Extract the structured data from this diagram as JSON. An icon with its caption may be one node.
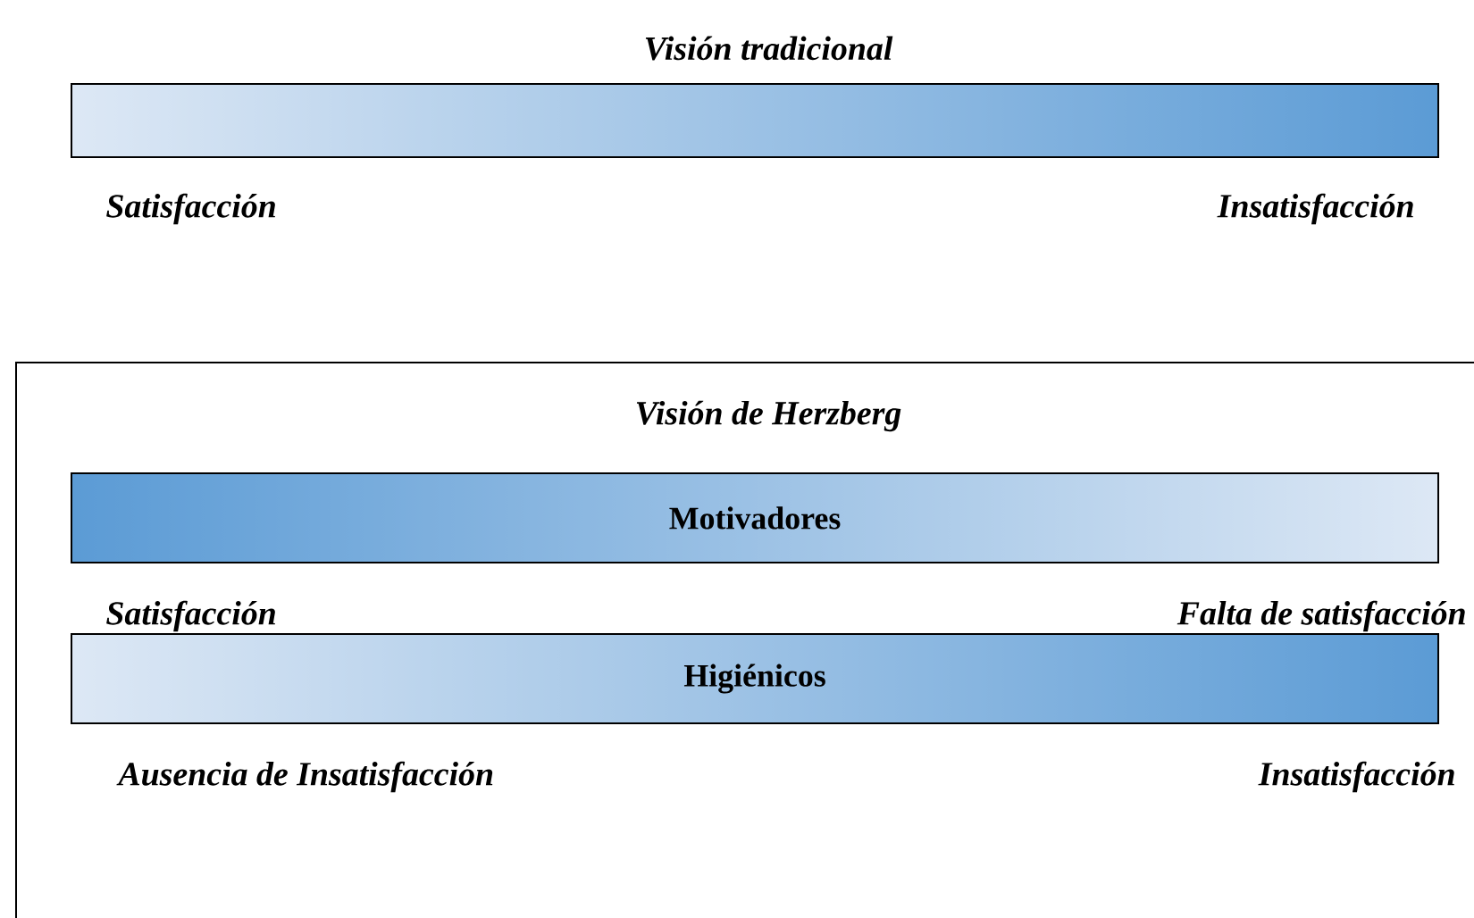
{
  "diagram": {
    "nodes": [
      {
        "text": [
          "Visión tradicional"
        ],
        "beside": [
          "Satisfacción",
          "Insatisfacción"
        ]
      },
      {
        "text": [
          "Visión de Herzberg"
        ]
      },
      {
        "text": [
          "Motivadores"
        ],
        "in": 1
      },
      {
        "text": [
          "Higiénicos"
        ],
        "in": 1,
        "beside": [
          "Ausencia de Insatisfacción",
          "Insatisfacción"
        ]
      }
    ],
    "edges": [],
    "labels": [
      "Satisfacción",
      "Falta de satisfacción"
    ]
  }
}
